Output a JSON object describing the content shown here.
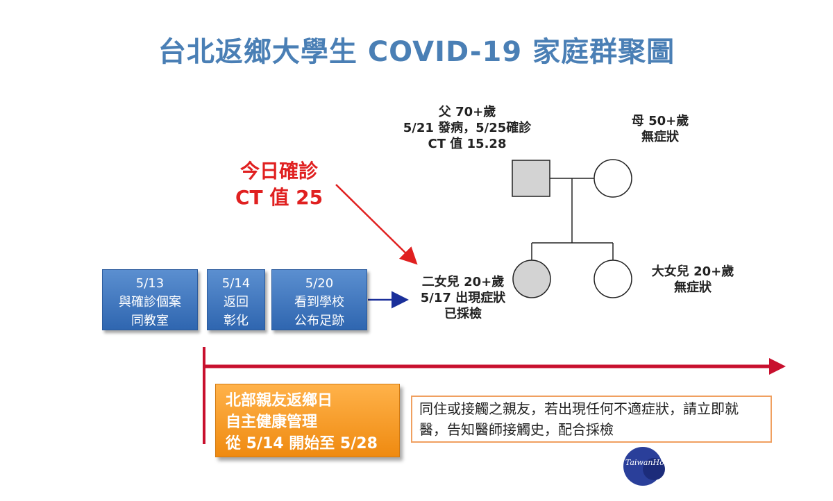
{
  "title": "台北返鄉大學生 COVID-19 家庭群聚圖",
  "today": {
    "line1": "今日確診",
    "line2": "CT 值 25"
  },
  "father": {
    "line1": "父 70+歲",
    "line2": "5/21 發病，5/25確診",
    "line3": "CT 值 15.28"
  },
  "mother": {
    "line1": "母 50+歲",
    "line2": "無症狀"
  },
  "second_daughter": {
    "line1": "二女兒 20+歲",
    "line2": "5/17 出現症狀",
    "line3": "已採檢"
  },
  "eldest_daughter": {
    "line1": "大女兒 20+歲",
    "line2": "無症狀"
  },
  "timeline_boxes": [
    {
      "date": "5/13",
      "line1": "與確診個案",
      "line2": "同教室"
    },
    {
      "date": "5/14",
      "line1": "返回",
      "line2": "彰化"
    },
    {
      "date": "5/20",
      "line1": "看到學校",
      "line2": "公布足跡"
    }
  ],
  "orange_box": {
    "line1": "北部親友返鄉日",
    "line2": "自主健康管理",
    "line3": "從 5/14 開始至 5/28"
  },
  "note": "同住或接觸之親友，若出現任何不適症狀，請立即就醫，告知醫師接觸史，配合採檢",
  "watermark": "TaiwanHot",
  "colors": {
    "title": "#4a7fb5",
    "box_blue": "#3a72bb",
    "red": "#e02020",
    "dark_red": "#c8102e",
    "orange": "#f59a23"
  }
}
